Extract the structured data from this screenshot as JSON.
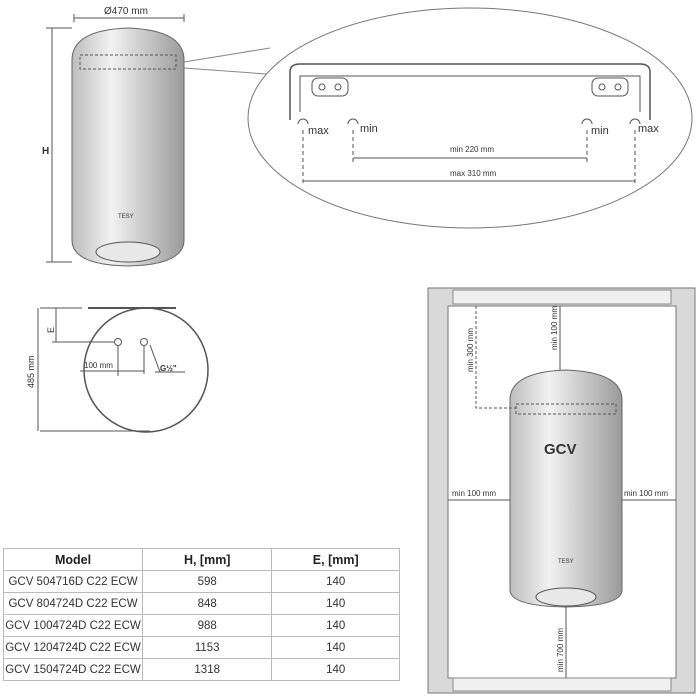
{
  "top_view": {
    "diameter": "Ø470 mm",
    "height_label": "H",
    "brand": "TESY"
  },
  "bracket_detail": {
    "max_left": "max",
    "min_left": "min",
    "min_right": "min",
    "max_right": "max",
    "min_span": "min 220 mm",
    "max_span": "max 310 mm"
  },
  "side_view": {
    "e_label": "E",
    "depth": "485 mm",
    "pipe_spacing": "100 mm",
    "thread": "G½\""
  },
  "table": {
    "headers": [
      "Model",
      "H, [mm]",
      "E, [mm]"
    ],
    "rows": [
      [
        "GCV 504716D C22 ECW",
        "598",
        "140"
      ],
      [
        "GCV 804724D C22 ECW",
        "848",
        "140"
      ],
      [
        "GCV 1004724D C22 ECW",
        "988",
        "140"
      ],
      [
        "GCV 1204724D C22 ECW",
        "1153",
        "140"
      ],
      [
        "GCV 1504724D C22 ECW",
        "1318",
        "140"
      ]
    ]
  },
  "installation": {
    "model": "GCV",
    "brand": "TESY",
    "min_top_ceiling": "min 300 mm",
    "min_top": "min 100 mm",
    "min_left": "min 100 mm",
    "min_right": "min 100 mm",
    "min_bottom": "min 700 mm"
  }
}
